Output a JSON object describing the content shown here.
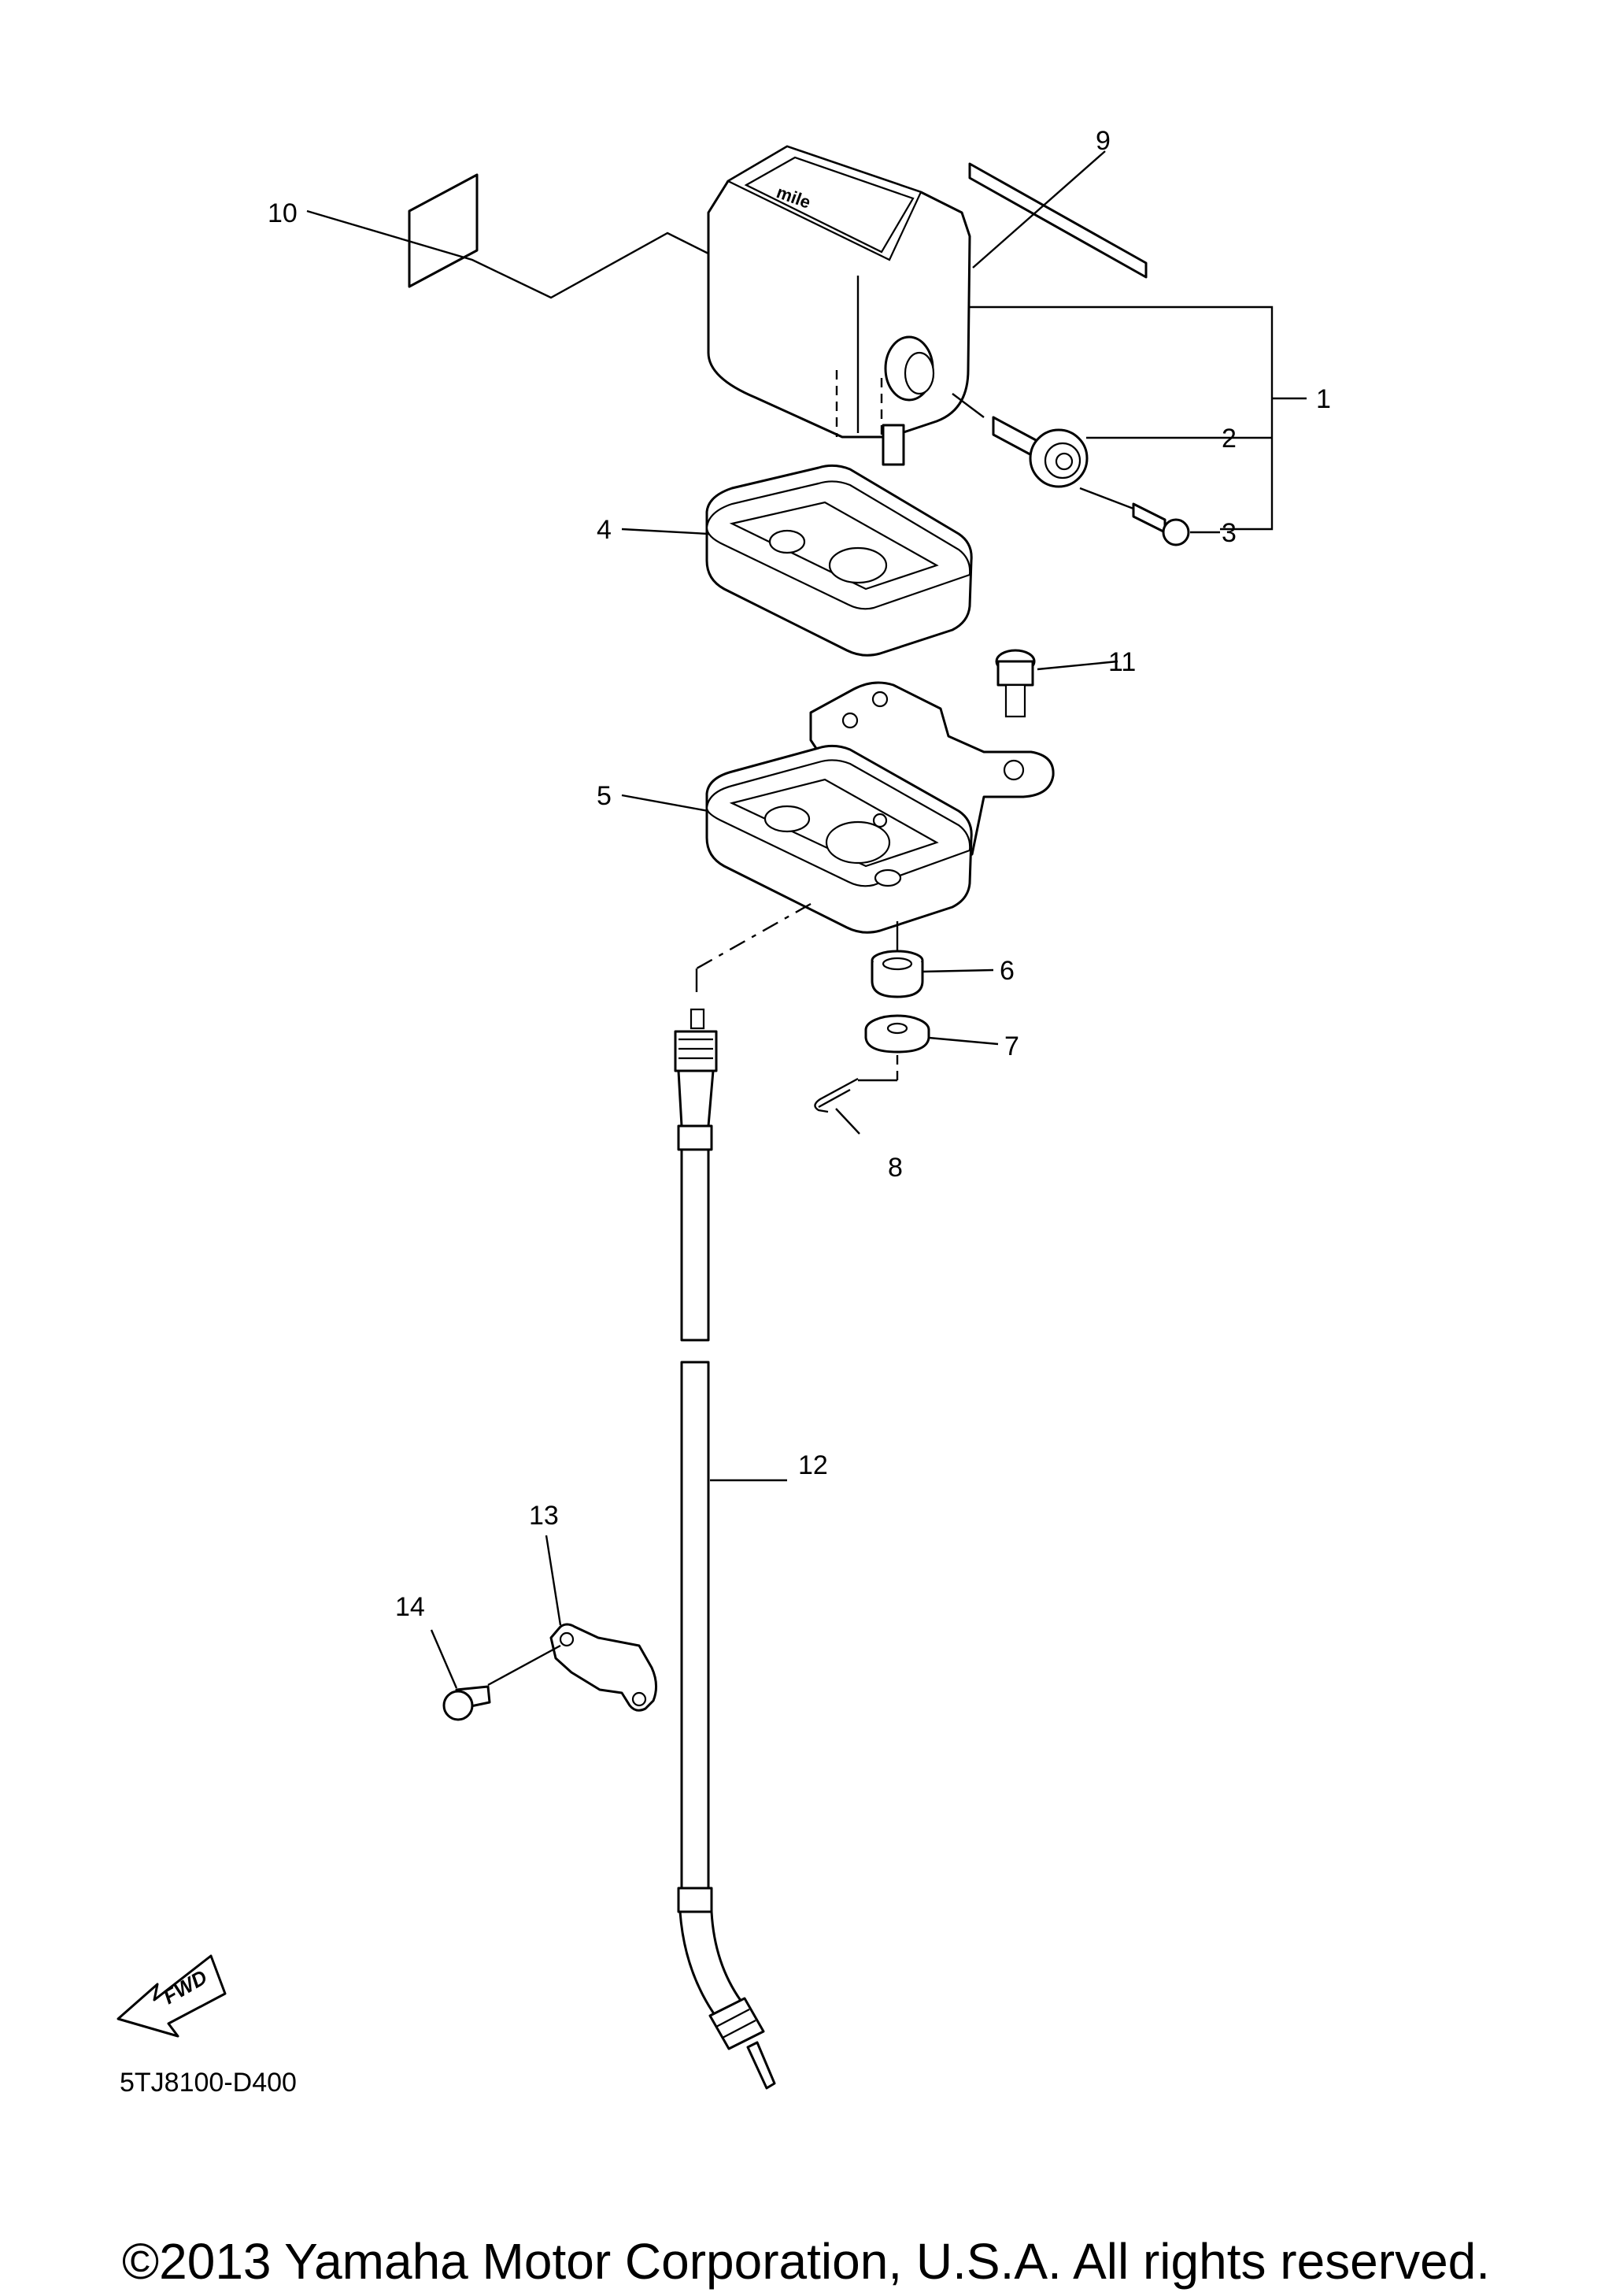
{
  "callouts": [
    "1",
    "2",
    "3",
    "4",
    "5",
    "6",
    "7",
    "8",
    "9",
    "10",
    "11",
    "12",
    "13",
    "14"
  ],
  "meter_face_text": "mile",
  "fwd_label": "FWD",
  "diagram_code": "5TJ8100-D400",
  "copyright": "©2013 Yamaha Motor Corporation, U.S.A. All rights reserved."
}
